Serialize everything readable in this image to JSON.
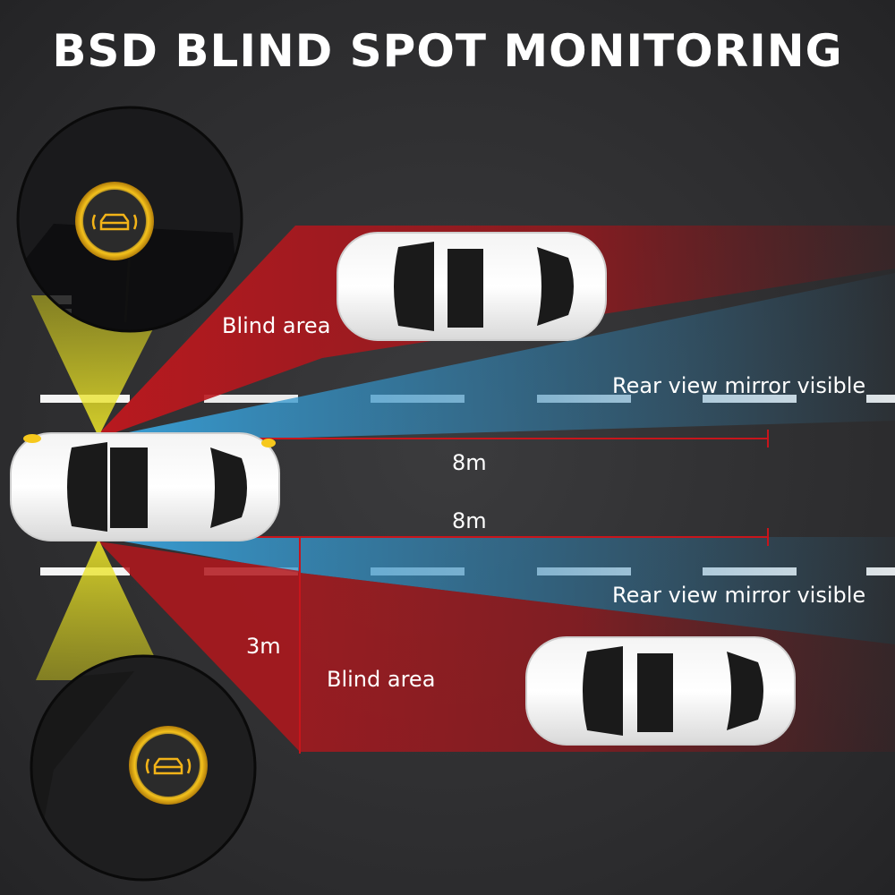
{
  "title": "BSD BLIND SPOT MONITORING",
  "labels": {
    "blind_area_top": "Blind area",
    "blind_area_bottom": "Blind area",
    "mirror_visible_top": "Rear view mirror visible",
    "mirror_visible_bottom": "Rear view mirror visible",
    "distance_top": "8m",
    "distance_bottom": "8m",
    "distance_side": "3m"
  },
  "colors": {
    "road": "#2f2f31",
    "blind_zone": "#c0181e",
    "mirror_zone": "#3aa6e0",
    "sensor_beam": "#e8e21a",
    "lane_marking": "#ffffff",
    "measure_line": "#c8151b",
    "indicator_glow": "#f2b318"
  },
  "icons": {
    "indicator": "car-radar-icon"
  }
}
